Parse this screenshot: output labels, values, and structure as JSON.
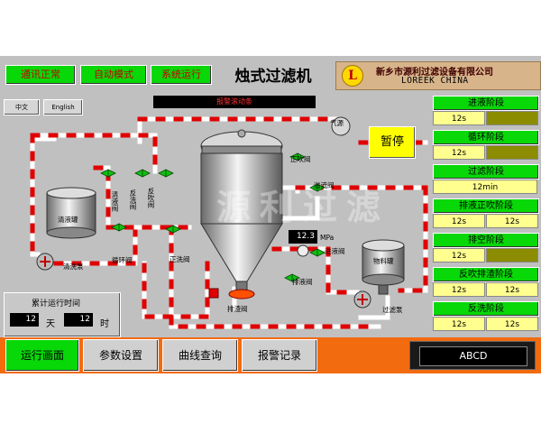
{
  "header": {
    "comm_status": "通讯正常",
    "auto_mode": "自动模式",
    "system_run": "系统运行",
    "title": "烛式过滤机"
  },
  "company": {
    "logo_letter": "L",
    "name_cn": "新乡市源利过滤设备有限公司",
    "name_en": "LOREEK CHINA"
  },
  "language": {
    "chinese": "中文",
    "english": "English"
  },
  "alarm_text": "报警滚动条",
  "gas_source_label": "气源",
  "pause_button": "暂停",
  "watermark": "源利过滤",
  "equipment": {
    "clean_tank": "清液罐",
    "clean_pump": "清洗泵",
    "circulation_valve": "循环阀",
    "positive_wash_valve": "正洗阀",
    "drain_valve": "排液阀",
    "positive_blow_valve": "正吹阀",
    "overflow_valve": "溢流阀",
    "inlet_valve": "进液阀",
    "material_tank": "物料罐",
    "filter_pump": "过滤泵",
    "bottom_drain_valve": "排渣阀",
    "clean_inlet_valve": "清液阀",
    "reverse_wash_valve": "反洗阀",
    "reverse_blow_valve": "反吹阀",
    "pressure_value": "12.3",
    "pressure_unit": "MPa"
  },
  "runtime": {
    "title": "累计运行时间",
    "days_value": "12",
    "days_unit": "天",
    "hours_value": "12",
    "hours_unit": "时"
  },
  "stages": [
    {
      "name": "进液阶段",
      "values": [
        "12s",
        ""
      ]
    },
    {
      "name": "循环阶段",
      "values": [
        "12s",
        ""
      ]
    },
    {
      "name": "过滤阶段",
      "values": [
        "12min",
        ""
      ]
    },
    {
      "name": "排液正吹阶段",
      "values": [
        "12s",
        "12s"
      ]
    },
    {
      "name": "排空阶段",
      "values": [
        "12s",
        ""
      ]
    },
    {
      "name": "反吹排渣阶段",
      "values": [
        "12s",
        "12s"
      ]
    },
    {
      "name": "反洗阶段",
      "values": [
        "12s",
        "12s"
      ]
    }
  ],
  "nav": {
    "run_screen": "运行画面",
    "params": "参数设置",
    "curves": "曲线查询",
    "alarm_log": "报警记录"
  },
  "status_display": "ABCD",
  "colors": {
    "panel_bg": "#c0c0c0",
    "active_green": "#08d808",
    "value_yellow": "#ffff90",
    "alarm_text_red": "#ff3030",
    "bottom_bar_orange": "#f26b0f",
    "pipe_red": "#e00000"
  }
}
